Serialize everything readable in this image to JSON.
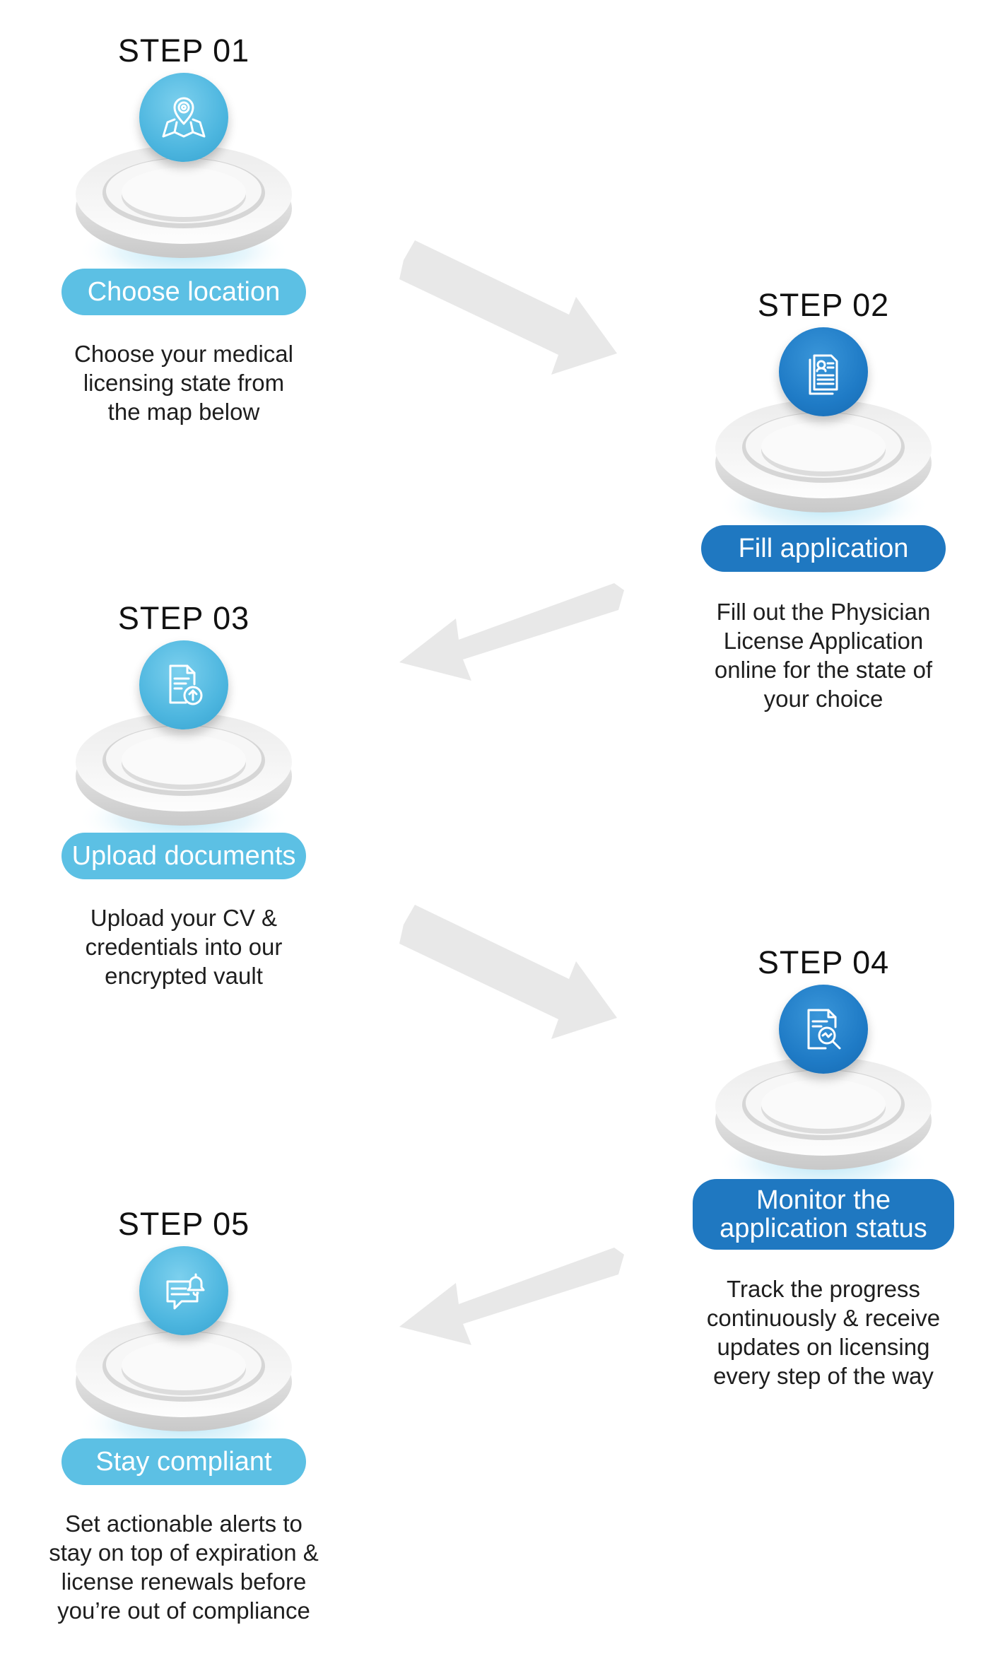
{
  "steps": [
    {
      "title": "STEP 01",
      "pill": "Choose location",
      "desc": [
        "Choose your medical",
        "licensing state from",
        "the map below"
      ],
      "icon": "map-location-icon"
    },
    {
      "title": "STEP 02",
      "pill": "Fill application",
      "desc": [
        "Fill out the Physician",
        "License Application",
        "online for the state of",
        "your choice"
      ],
      "icon": "document-profile-icon"
    },
    {
      "title": "STEP 03",
      "pill": "Upload documents",
      "desc": [
        "Upload your CV &",
        "credentials into our",
        "encrypted vault"
      ],
      "icon": "file-upload-icon"
    },
    {
      "title": "STEP 04",
      "pill": [
        "Monitor the",
        "application status"
      ],
      "desc": [
        "Track the progress",
        "continuously & receive",
        "updates on licensing",
        "every step of the way"
      ],
      "icon": "document-search-icon"
    },
    {
      "title": "STEP 05",
      "pill": "Stay compliant",
      "desc": [
        "Set actionable alerts to",
        "stay on top of expiration &",
        "license renewals before",
        "you’re out of compliance"
      ],
      "icon": "message-bell-icon"
    }
  ],
  "colors": {
    "light_blue": "#5cc0e4",
    "dark_blue": "#1f78c1",
    "arrow": "#e6e6e6"
  }
}
